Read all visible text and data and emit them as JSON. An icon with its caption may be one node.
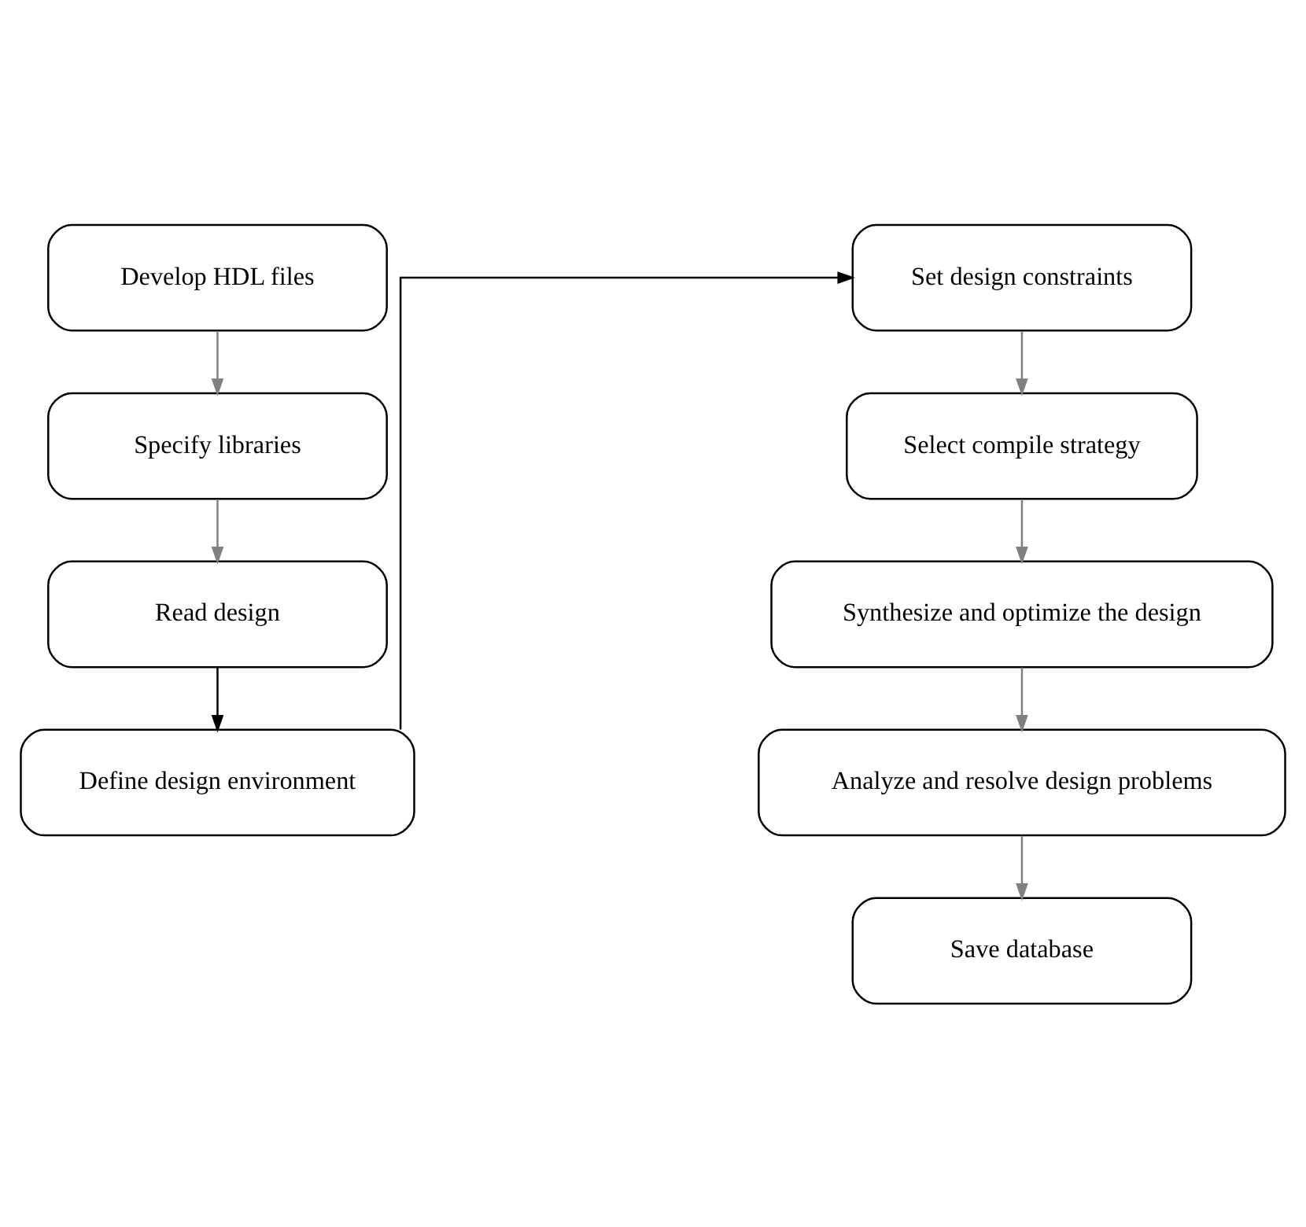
{
  "diagram": {
    "nodes": [
      {
        "text": [
          "Develop HDL files"
        ]
      },
      {
        "text": [
          "Specify libraries"
        ]
      },
      {
        "text": [
          "Read design"
        ]
      },
      {
        "text": [
          "Define design environment"
        ]
      },
      {
        "text": [
          "Set design constraints"
        ]
      },
      {
        "text": [
          "Select compile strategy"
        ]
      },
      {
        "text": [
          "Synthesize and optimize the design"
        ]
      },
      {
        "text": [
          "Analyze and resolve design problems"
        ]
      },
      {
        "text": [
          "Save database"
        ]
      }
    ],
    "edges": [
      {
        "from": 0,
        "to": 1,
        "arrow": "to"
      },
      {
        "from": 1,
        "to": 2,
        "arrow": "to"
      },
      {
        "from": 2,
        "to": 3,
        "arrow": "to",
        "color": "#000000"
      },
      {
        "from": 3,
        "to": 4,
        "arrow": "to",
        "color": "#000000"
      },
      {
        "from": 4,
        "to": 5,
        "arrow": "to"
      },
      {
        "from": 5,
        "to": 6,
        "arrow": "to"
      },
      {
        "from": 6,
        "to": 7,
        "arrow": "to"
      },
      {
        "from": 7,
        "to": 8,
        "arrow": "to"
      }
    ]
  }
}
